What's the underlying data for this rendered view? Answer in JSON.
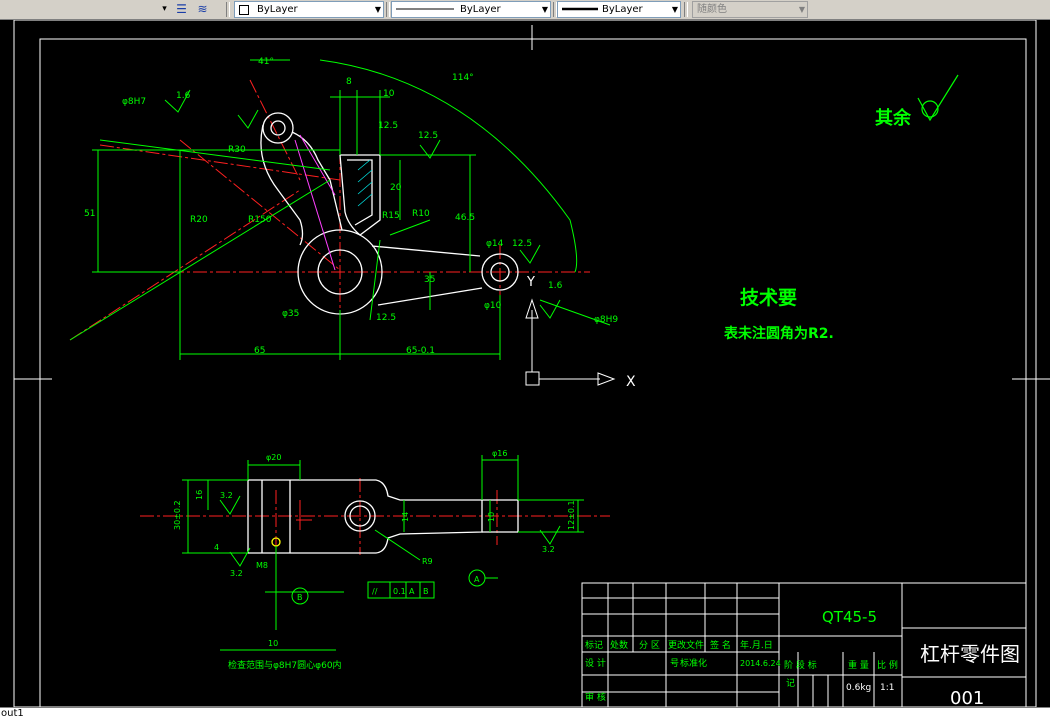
{
  "toolbar": {
    "layer_dropdown_arrow": "▾",
    "color_select": "ByLayer",
    "linetype_select": "ByLayer",
    "lineweight_select": "ByLayer",
    "plotstyle_select": "随颜色"
  },
  "drawing": {
    "roughness_other": "其余",
    "tech_title": "技术要",
    "tech_note": "表未注圆角为R2.",
    "ucs_x": "X",
    "ucs_y": "Y",
    "dims": {
      "a41": "41°",
      "a114": "114°",
      "d8": "8",
      "d10": "10",
      "r125a": "12.5",
      "r125b": "12.5",
      "r125c": "12.5",
      "r125d": "12.5",
      "r16a": "1.6",
      "r16b": "1.6",
      "phi8h7": "φ8H7",
      "r20": "R20",
      "r150": "R150",
      "r30": "R30",
      "d51": "51",
      "d20": "20",
      "d465": "46.5",
      "r10": "R10",
      "r15": "R15",
      "phi14": "φ14",
      "d35": "35",
      "phi35": "φ35",
      "phi10": "φ10",
      "phi8h9": "φ8H9",
      "d65a": "65",
      "d65b": "65-0.1",
      "phi20": "φ20",
      "phi16": "φ16",
      "d30": "30±0.2",
      "d16": "16",
      "r32a": "3.2",
      "r32b": "3.2",
      "r32c": "3.2",
      "d14": "14",
      "d10b": "10",
      "d12": "12±0.1",
      "r9": "R9",
      "m8": "M8",
      "d4": "4",
      "d10c": "10",
      "tol": "0.1",
      "datum_a": "A",
      "datum_b": "B",
      "datum_ab_a": "A",
      "datum_ab_b": "B",
      "para_sym": "//",
      "inspect_note": "检查范围与φ8H7圆心φ60内"
    }
  },
  "titleblock": {
    "material": "QT45-5",
    "part_name": "杠杆零件图",
    "drawing_no": "001",
    "h_biaoji": "标记",
    "h_chushu": "处数",
    "h_fenqu": "分 区",
    "h_gengai": "更改文件",
    "h_qianming": "签 名",
    "h_date": "年.月.日",
    "h_sheji": "设 计",
    "h_biaozhunhua": "标准化",
    "sheji_date": "2014.6.24",
    "h_jieduan": "阶 段 标",
    "h_zhongliang": "重 量",
    "h_bili": "比 例",
    "weight": "0.6kg",
    "scale": "1:1",
    "h_shenhe": "审 核",
    "h_ji": "记",
    "h_hao": "号"
  },
  "layout_tab": "out1"
}
